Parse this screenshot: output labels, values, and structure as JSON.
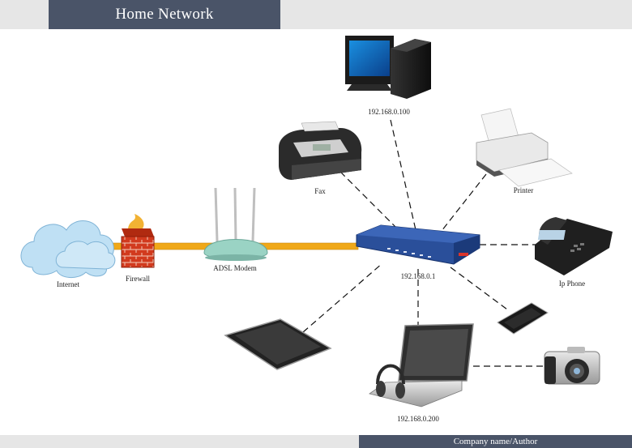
{
  "header": {
    "title": "Home Network"
  },
  "footer": {
    "author": "Company name/Author"
  },
  "nodes": {
    "internet": "Internet",
    "firewall": "Firewall",
    "modem": "ADSL Modem",
    "switch": "192.168.0.1",
    "desktop": "192.168.0.100",
    "fax": "Fax",
    "printer": "Printer",
    "ipphone": "Ip Phone",
    "laptop": "192.168.0.200"
  },
  "colors": {
    "header_bg": "#4a5468",
    "backbone": "#f0a818",
    "switch_blue": "#2a4f9a",
    "cloud": "#bfe0f4"
  }
}
